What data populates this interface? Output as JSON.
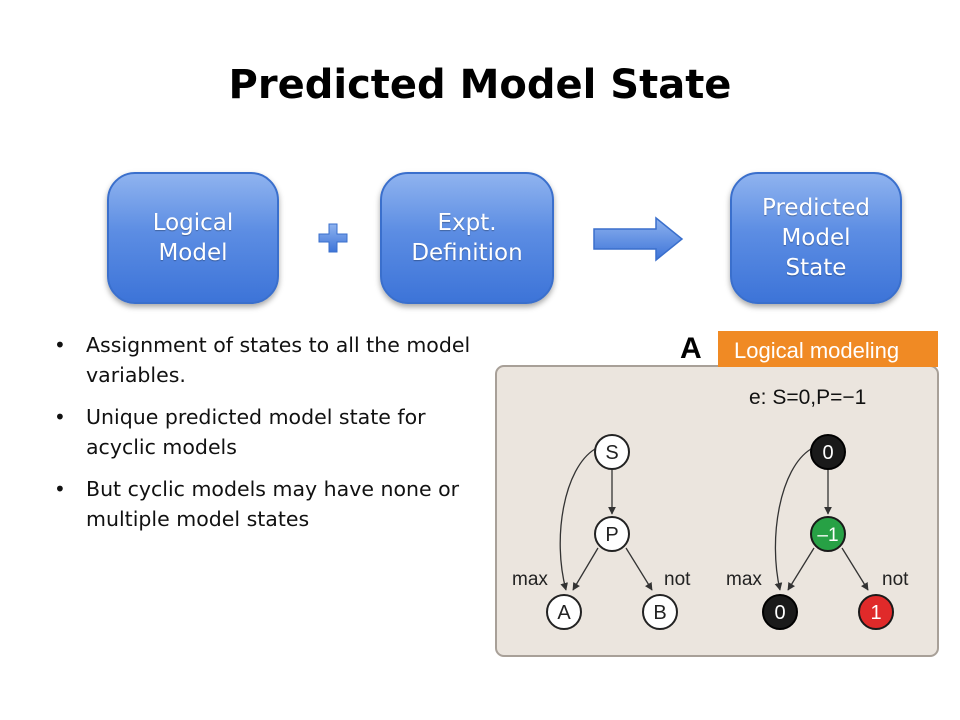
{
  "title": "Predicted Model State",
  "flow": {
    "boxes": [
      {
        "lines": [
          "Logical",
          "Model"
        ]
      },
      {
        "lines": [
          "Expt.",
          "Definition"
        ]
      },
      {
        "lines": [
          "Predicted",
          "Model",
          "State"
        ]
      }
    ]
  },
  "bullets": [
    "Assignment of states to all the model variables.",
    "Unique predicted model state for acyclic models",
    "But cyclic models may have none or multiple model states"
  ],
  "panel": {
    "letter": "A",
    "header": "Logical modeling",
    "experiment": "e: S=0,P=−1",
    "left_graph": {
      "nodes": [
        "S",
        "P",
        "A",
        "B"
      ],
      "edge_labels": [
        "max",
        "not"
      ]
    },
    "right_graph": {
      "nodes": [
        "0",
        "–1",
        "0",
        "1"
      ],
      "edge_labels": [
        "max",
        "not"
      ]
    },
    "colors": {
      "header": "#f08a24",
      "panel_bg": "#ebe5de",
      "node_black": "#1a1a1a",
      "node_green": "#27a145",
      "node_red": "#e02a2a"
    }
  }
}
